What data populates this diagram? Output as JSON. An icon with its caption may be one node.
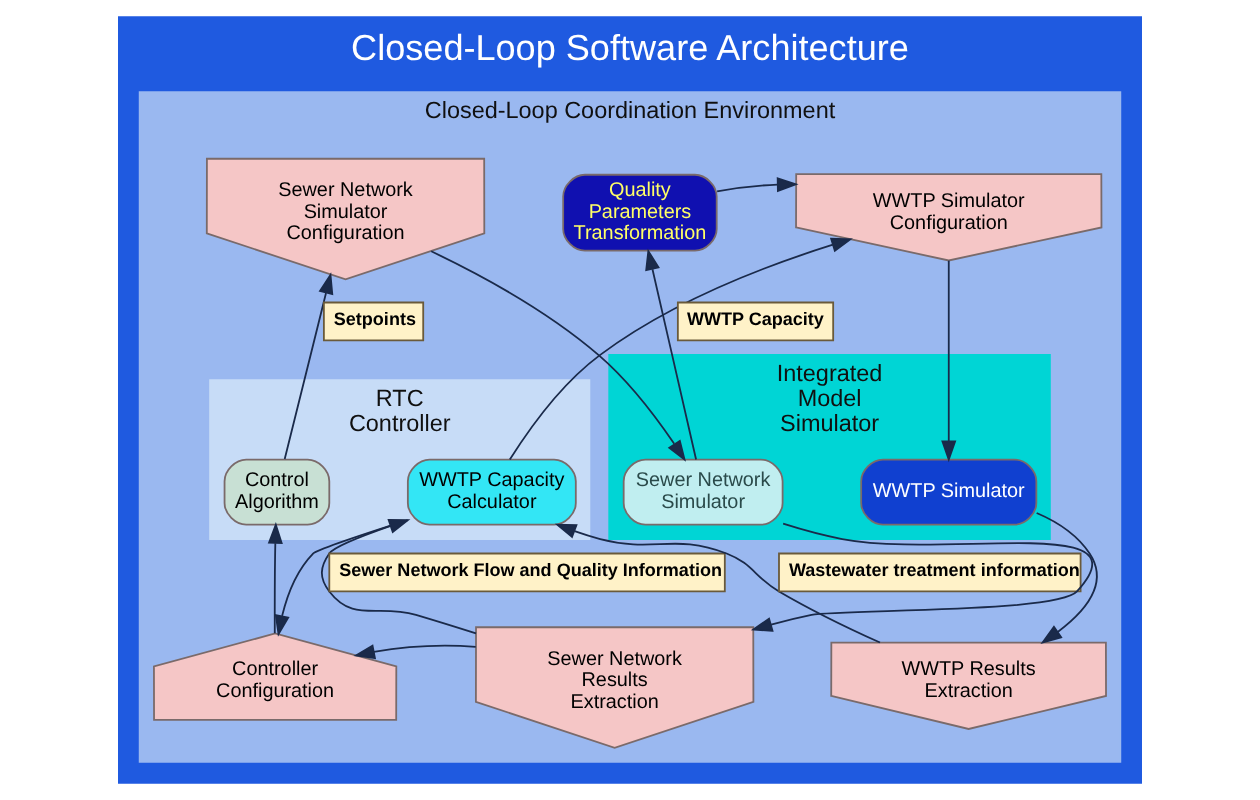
{
  "diagram": {
    "title": "Closed-Loop Software Architecture",
    "nodes": [
      {
        "text": [
          "Closed-Loop Coordination Environment"
        ]
      },
      {
        "text": [
          "RTC Controller"
        ],
        "in": 0
      },
      {
        "text": [
          "WWTP Capacity Calculator"
        ],
        "in": 1
      },
      {
        "text": [
          "Control Algorithm"
        ],
        "in": 1
      },
      {
        "text": [
          "Sewer Network Simulator Configuration"
        ],
        "in": 0
      },
      {
        "text": [
          "Quality Parameters Transformation"
        ],
        "in": 0
      },
      {
        "text": [
          "WWTP Simulator Configuration"
        ],
        "in": 0
      },
      {
        "text": [
          "Integrated Model Simulator"
        ],
        "in": 0
      },
      {
        "text": [
          "Sewer Network Simulator"
        ],
        "in": 7
      },
      {
        "text": [
          "WWTP Simulator"
        ],
        "in": 7
      },
      {
        "text": [
          "Controller Configuration"
        ],
        "in": 0
      },
      {
        "text": [
          "Sewer Network Results Extraction"
        ],
        "in": 0
      },
      {
        "text": [
          "WWTP Results Extraction"
        ],
        "in": 0
      }
    ],
    "edges": [
      {
        "from": 2,
        "to": 6,
        "arrow": "to",
        "label": "WWTP Capacity"
      },
      {
        "from": 2,
        "to": 10,
        "arrow": "to"
      },
      {
        "from": 3,
        "to": 4,
        "arrow": "to",
        "label": "Setpoints"
      },
      {
        "from": 4,
        "to": 8,
        "arrow": "to"
      },
      {
        "from": 8,
        "to": 5,
        "arrow": "to"
      },
      {
        "from": 5,
        "to": 6,
        "arrow": "to"
      },
      {
        "from": 6,
        "to": 9,
        "arrow": "to"
      },
      {
        "from": 8,
        "to": 11,
        "arrow": "to"
      },
      {
        "from": 9,
        "to": 12,
        "arrow": "to"
      },
      {
        "from": 10,
        "to": 3,
        "arrow": "to"
      },
      {
        "from": 11,
        "to": 2,
        "arrow": "to",
        "label": "Sewer Network Flow and Quality Information"
      },
      {
        "from": 11,
        "to": 10,
        "arrow": "to"
      },
      {
        "from": 12,
        "to": 2,
        "arrow": "to",
        "label": "Wastewater treatment information"
      }
    ]
  }
}
